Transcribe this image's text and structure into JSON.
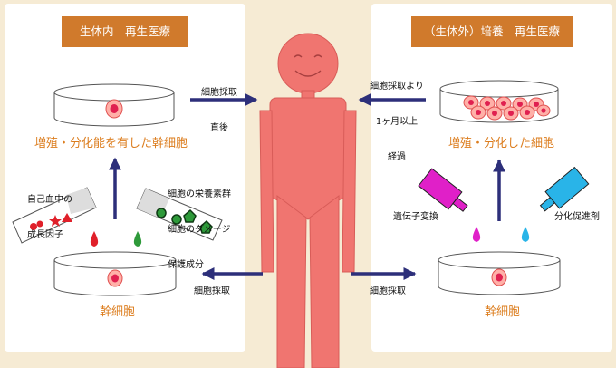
{
  "titles": {
    "in_body": "生体内　再生医療",
    "out_body": "（生体外）培養　再生医療"
  },
  "left": {
    "top_dish_label": "増殖・分化能を有した幹細胞",
    "bottom_dish_label": "幹細胞",
    "arrow_harvest_immediate": [
      "細胞採取",
      "直後"
    ],
    "serum_strip_label": [
      "自己血中の",
      "成長因子"
    ],
    "nutrient_strip_label": [
      "細胞の栄養素群",
      "細胞のダメージ",
      "保護成分"
    ],
    "arrow_bottom_label": "細胞採取"
  },
  "right": {
    "top_dish_label": "増殖・分化した細胞",
    "bottom_dish_label": "幹細胞",
    "arrow_after_label": [
      "細胞採取より",
      "1ヶ月以上",
      "経過"
    ],
    "gene_label": "遺伝子変換",
    "differentiation_label": "分化促進剤",
    "arrow_bottom_label": "細胞採取"
  },
  "colors": {
    "background": "#f6ebd4",
    "panel": "#ffffff",
    "title_badge": "#d07a2c",
    "label_orange": "#dc7d1e",
    "arrow_navy": "#2d2f7a",
    "body_salmon": "#f07570",
    "magenta": "#e020c8",
    "cyan": "#29b4e8",
    "red_drop": "#e0202a",
    "green_drop": "#2e9a3a"
  }
}
